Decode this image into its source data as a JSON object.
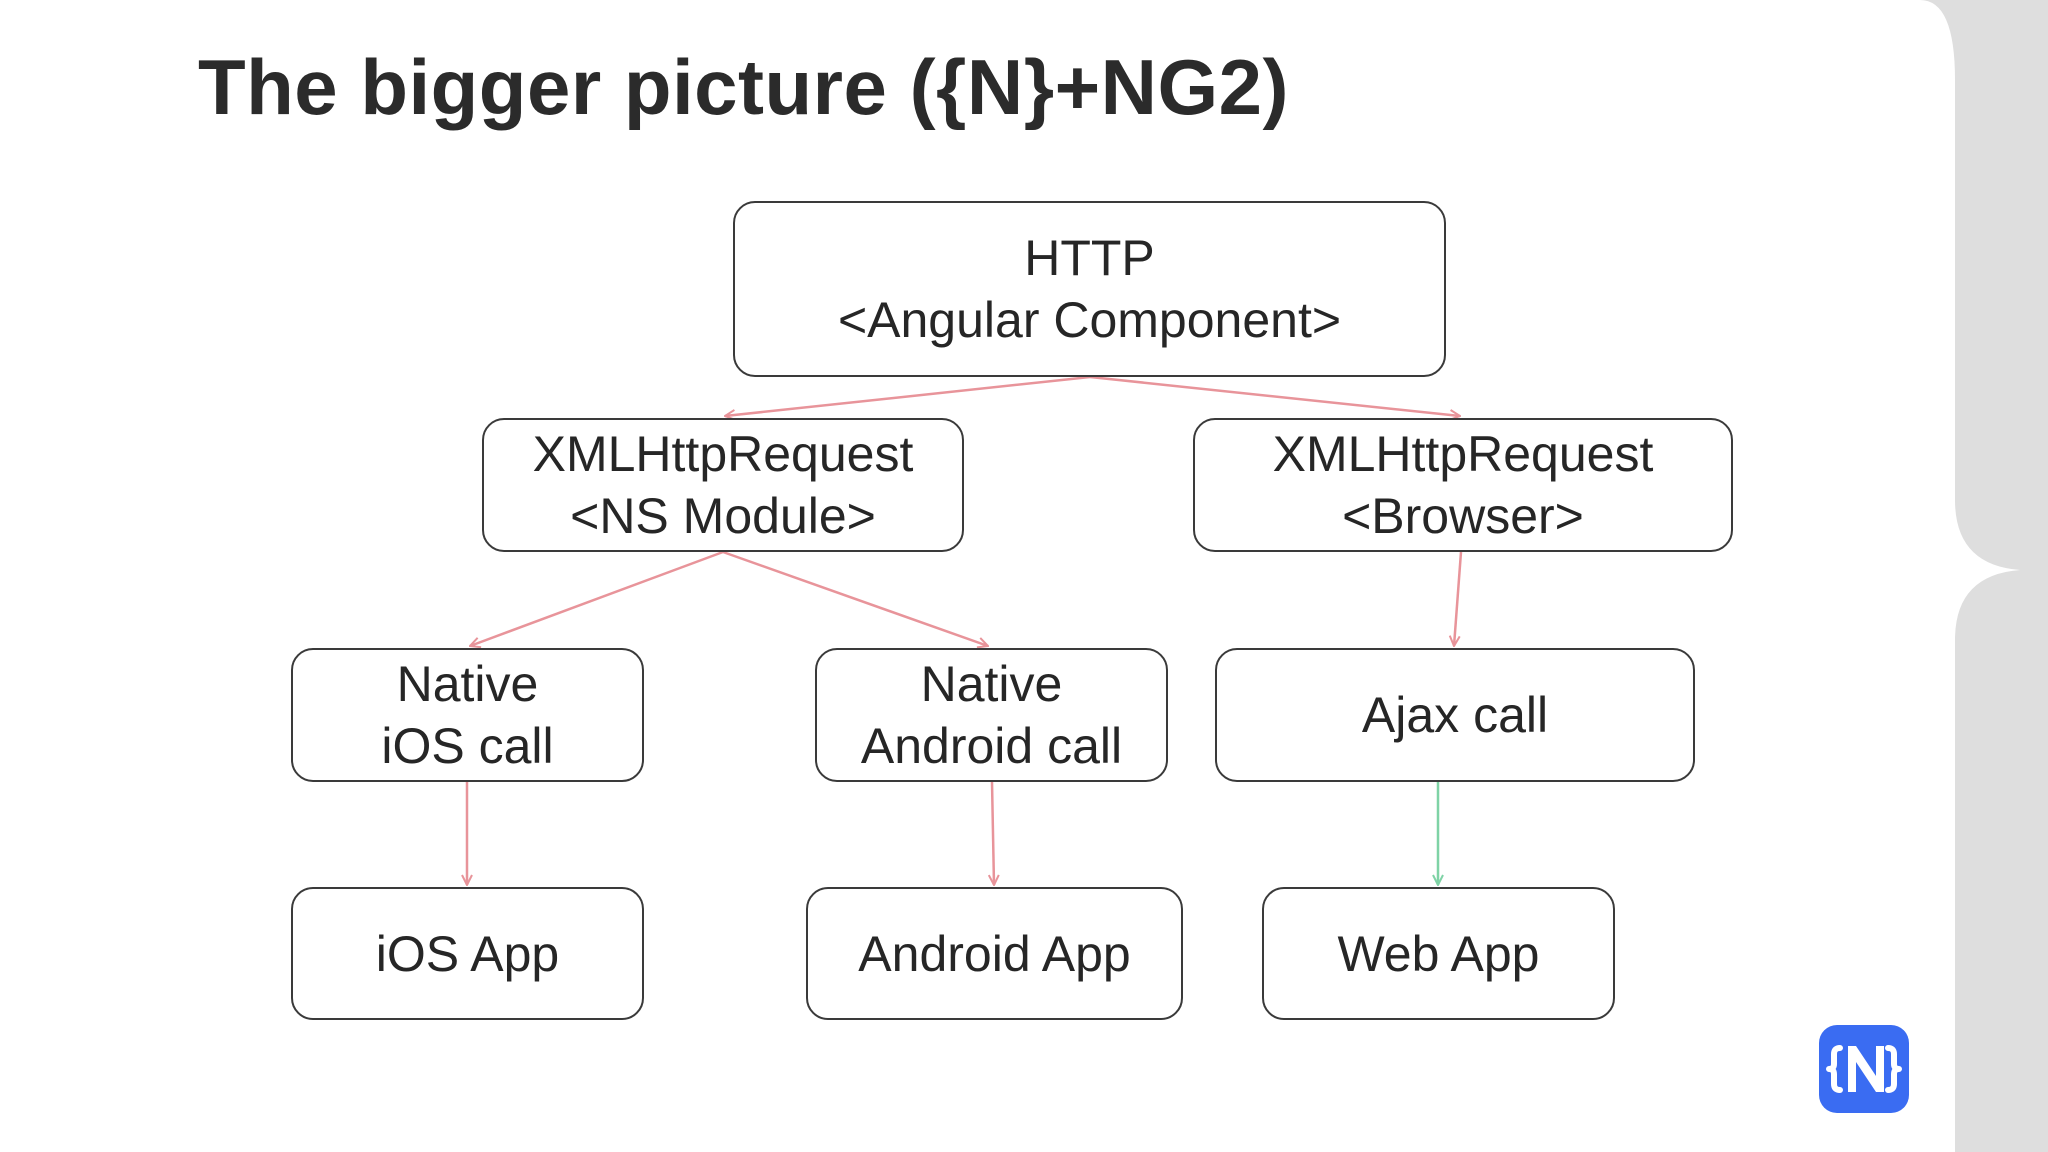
{
  "slide": {
    "title": "The bigger picture ({N}+NG2)"
  },
  "diagram": {
    "nodes": {
      "http": {
        "line1": "HTTP",
        "line2": "<Angular Component>"
      },
      "xhr_ns": {
        "line1": "XMLHttpRequest",
        "line2": "<NS Module>"
      },
      "xhr_browser": {
        "line1": "XMLHttpRequest",
        "line2": "<Browser>"
      },
      "native_ios": {
        "line1": "Native",
        "line2": "iOS call"
      },
      "native_android": {
        "line1": "Native",
        "line2": "Android call"
      },
      "ajax": {
        "line1": "Ajax call"
      },
      "ios_app": {
        "line1": "iOS App"
      },
      "android_app": {
        "line1": "Android App"
      },
      "web_app": {
        "line1": "Web App"
      }
    },
    "edges": [
      {
        "from": "http",
        "to": "xhr_ns",
        "color": "#e8949a"
      },
      {
        "from": "http",
        "to": "xhr_browser",
        "color": "#e8949a"
      },
      {
        "from": "xhr_ns",
        "to": "native_ios",
        "color": "#e8949a"
      },
      {
        "from": "xhr_ns",
        "to": "native_android",
        "color": "#e8949a"
      },
      {
        "from": "xhr_browser",
        "to": "ajax",
        "color": "#e8949a"
      },
      {
        "from": "native_ios",
        "to": "ios_app",
        "color": "#e8949a"
      },
      {
        "from": "native_android",
        "to": "android_app",
        "color": "#e8949a"
      },
      {
        "from": "ajax",
        "to": "web_app",
        "color": "#7fd3a6"
      }
    ]
  },
  "colors": {
    "edge_red": "#e8949a",
    "edge_green": "#7fd3a6",
    "side_panel": "#dedede",
    "logo_blue": "#3a6cf2"
  },
  "logo": {
    "icon": "nativescript-logo-icon"
  }
}
